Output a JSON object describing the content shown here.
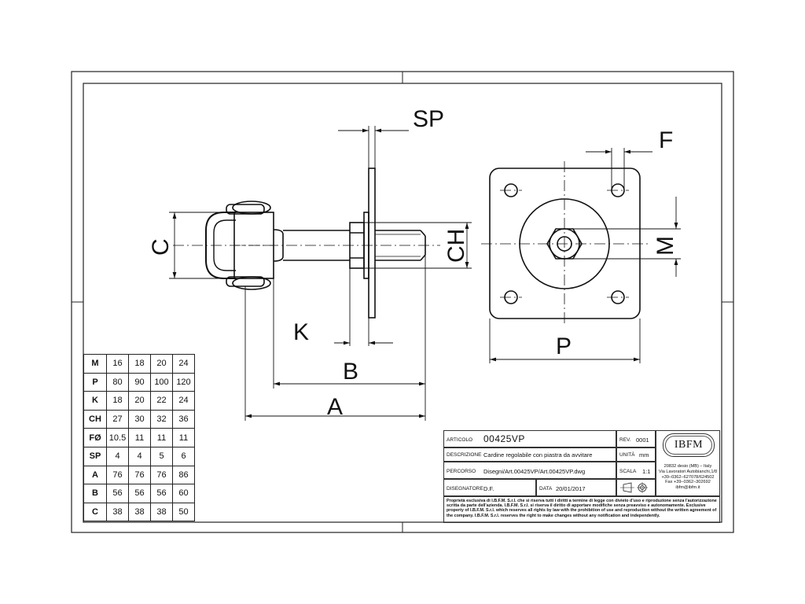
{
  "drawing": {
    "dim_labels": {
      "SP": "SP",
      "F": "F",
      "C": "C",
      "CH": "CH",
      "M": "M",
      "K": "K",
      "B": "B",
      "A": "A",
      "P": "P"
    }
  },
  "dimension_table": {
    "rows": [
      {
        "label": "M",
        "values": [
          "16",
          "18",
          "20",
          "24"
        ]
      },
      {
        "label": "P",
        "values": [
          "80",
          "90",
          "100",
          "120"
        ]
      },
      {
        "label": "K",
        "values": [
          "18",
          "20",
          "22",
          "24"
        ]
      },
      {
        "label": "CH",
        "values": [
          "27",
          "30",
          "32",
          "36"
        ]
      },
      {
        "label": "FØ",
        "values": [
          "10.5",
          "11",
          "11",
          "11"
        ]
      },
      {
        "label": "SP",
        "values": [
          "4",
          "4",
          "5",
          "6"
        ]
      },
      {
        "label": "A",
        "values": [
          "76",
          "76",
          "76",
          "86"
        ]
      },
      {
        "label": "B",
        "values": [
          "56",
          "56",
          "56",
          "60"
        ]
      },
      {
        "label": "C",
        "values": [
          "38",
          "38",
          "38",
          "50"
        ]
      }
    ]
  },
  "title_block": {
    "articolo_label": "ARTICOLO",
    "articolo_value": "00425VP",
    "rev_label": "REV.",
    "rev_value": "0001",
    "descrizione_label": "DESCRIZIONE",
    "descrizione_value": "Cardine regolabile con piastra da avvitare",
    "unita_label": "UNITÀ",
    "unita_value": "mm",
    "percorso_label": "PERCORSO",
    "percorso_value": "Disegni/Art.00425VP/Art.00425VP.dwg",
    "scala_label": "SCALA",
    "scala_value": "1:1",
    "disegnatore_label": "DISEGNATORE",
    "disegnatore_value": "D.F.",
    "data_label": "DATA",
    "data_value": "20/01/2017",
    "logo_text": "IBFM",
    "company_address": [
      "20832 desio (MB) – Italy",
      "Via Lavoratori Autobianchi,1/8",
      "+39–0362–627078/624502",
      "Fax +39–0362–302692",
      "ibfm@ibfm.it"
    ],
    "legal_note": "Proprietà esclusiva di I.B.F.M. S.r.l. che si riserva tutti i diritti a termine di legge con divieto d'uso e riproduzione senza l'autorizzazione scritta da parte dell'azienda. I.B.F.M. S.r.l. si riserva il diritto di apportare modifiche senza preavviso e autonomamente. Exclusive property of I.B.F.M. S.r.l. which reserves all rights by law with the prohibition of use and reproduction without the written agreement of the company. I.B.F.M. S.r.l. reserves the right to make changes without any notification and independently."
  }
}
